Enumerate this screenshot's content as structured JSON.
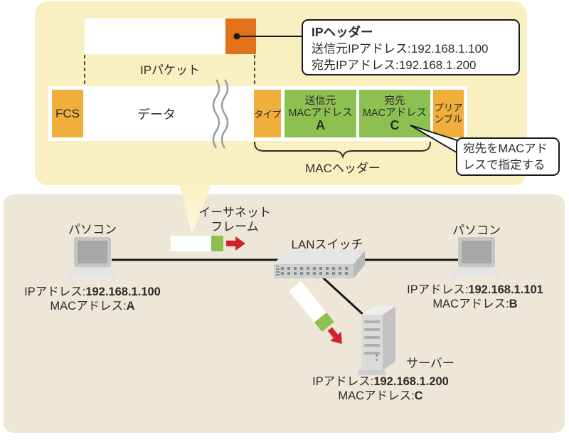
{
  "colors": {
    "cream": "#f9f0c2",
    "beige": "#ede7d8",
    "orange": "#e2711b",
    "amber": "#f0ae3c",
    "green": "#8cc152",
    "red": "#d2232a",
    "ink": "#2b2b2b"
  },
  "frame_diagram": {
    "ip_packet_label": "IPパケット",
    "ip_header_callout": {
      "title": "IPヘッダー",
      "src": "送信元IPアドレス:192.168.1.100",
      "dst": "宛先IPアドレス:192.168.1.200"
    },
    "fields": {
      "fcs": "FCS",
      "data": "データ",
      "type": "タイプ",
      "src_mac": {
        "line1": "送信元",
        "line2": "MACアドレス",
        "value": "A"
      },
      "dst_mac": {
        "line1": "宛先",
        "line2": "MACアドレス",
        "value": "C"
      },
      "preamble": {
        "line1": "プリア",
        "line2": "ンブル"
      }
    },
    "mac_header_label": "MACヘッダー",
    "dst_note": {
      "line1": "宛先をMACアド",
      "line2": "レスで指定する"
    }
  },
  "topology": {
    "ethernet_frame_label": {
      "line1": "イーサネット",
      "line2": "フレーム"
    },
    "pc_left": {
      "label": "パソコン",
      "ip_label": "IPアドレス:",
      "ip_value": "192.168.1.100",
      "mac_label": "MACアドレス:",
      "mac_value": "A"
    },
    "pc_right": {
      "label": "パソコン",
      "ip_label": "IPアドレス:",
      "ip_value": "192.168.1.101",
      "mac_label": "MACアドレス:",
      "mac_value": "B"
    },
    "lan_switch": {
      "label": "LANスイッチ"
    },
    "server": {
      "label": "サーバー",
      "ip_label": "IPアドレス:",
      "ip_value": "192.168.1.200",
      "mac_label": "MACアドレス:",
      "mac_value": "C"
    }
  }
}
